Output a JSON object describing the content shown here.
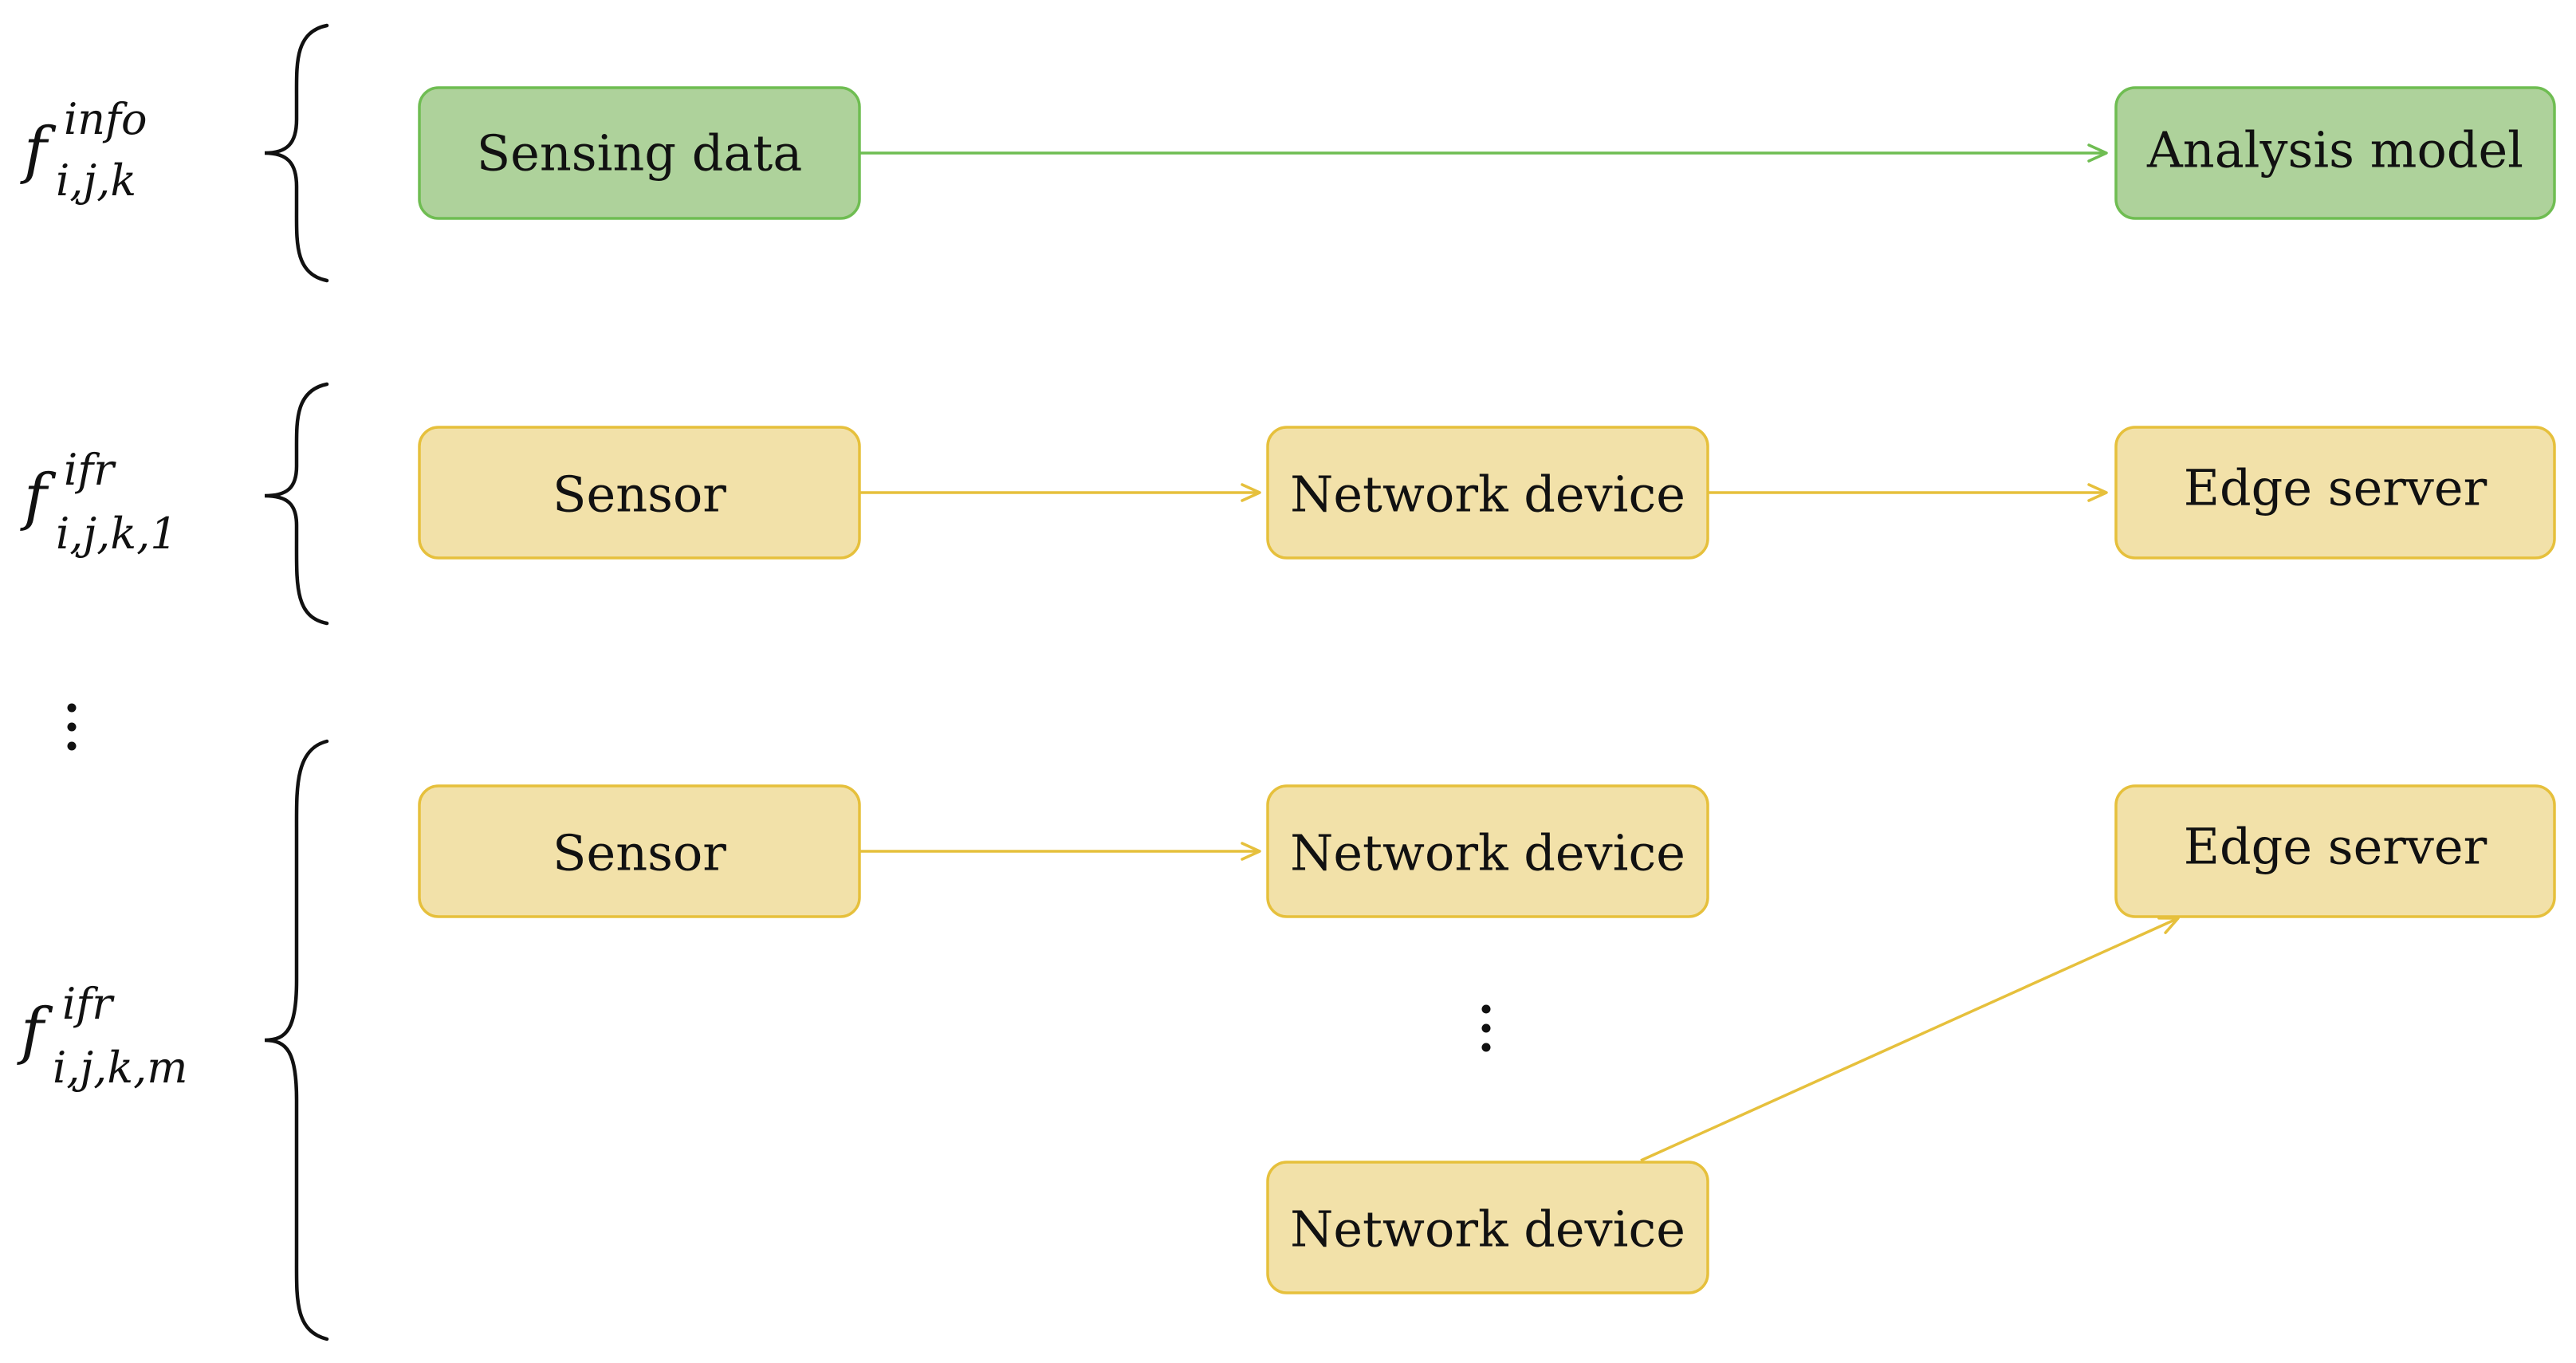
{
  "colors": {
    "green_fill": "#aed29b",
    "green_stroke": "#6fbd52",
    "yellow_fill": "#f2e1a9",
    "yellow_stroke": "#e6c03c",
    "text": "#111111"
  },
  "rows": {
    "info": {
      "label": {
        "base": "f",
        "sup": "info",
        "sub": "i,j,k"
      },
      "nodes": {
        "source": "Sensing data",
        "target": "Analysis model"
      }
    },
    "ifr_1": {
      "label": {
        "base": "f",
        "sup": "ifr",
        "sub": "i,j,k,1"
      },
      "nodes": {
        "sensor": "Sensor",
        "network_device": "Network device",
        "edge_server": "Edge server"
      }
    },
    "ifr_m": {
      "label": {
        "base": "f",
        "sup": "ifr",
        "sub": "i,j,k,m"
      },
      "nodes": {
        "sensor": "Sensor",
        "network_device_top": "Network device",
        "network_device_bottom": "Network device",
        "edge_server": "Edge server"
      }
    }
  }
}
